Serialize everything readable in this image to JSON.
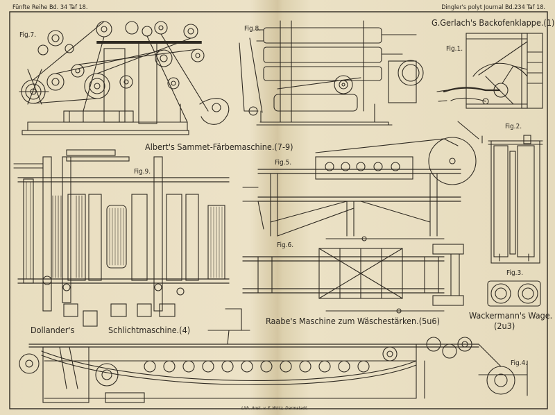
{
  "header": {
    "left": "Fünfte Reihe Bd. 34 Taf 18.",
    "right": "Dingler's polyt Journal Bd.234 Taf 18."
  },
  "titles": {
    "gerlach": "G.Gerlach's Backofenklappe.(1)",
    "albert": "Albert's Sammet-Färbemaschine.(7-9)",
    "dollander_1": "Dollander's",
    "dollander_2": "Schlichtmaschine.(4)",
    "raabe": "Raabe's Maschine zum Wäschestärken.(5u6)",
    "wackermann_1": "Wackermann's Wage.",
    "wackermann_2": "(2u3)"
  },
  "figures": {
    "fig1": "Fig.1.",
    "fig2": "Fig.2.",
    "fig3": "Fig.3.",
    "fig4": "Fig.4.",
    "fig5": "Fig.5.",
    "fig6": "Fig.6.",
    "fig7": "Fig.7.",
    "fig8": "Fig.8.",
    "fig9": "Fig.9."
  },
  "imprint": "Lith. Anst. v. F. Wirtz, Darmstadt.",
  "colors": {
    "paper": "#e9dfc4",
    "ink": "#2a2620",
    "gutter": "#d4c6a2"
  }
}
